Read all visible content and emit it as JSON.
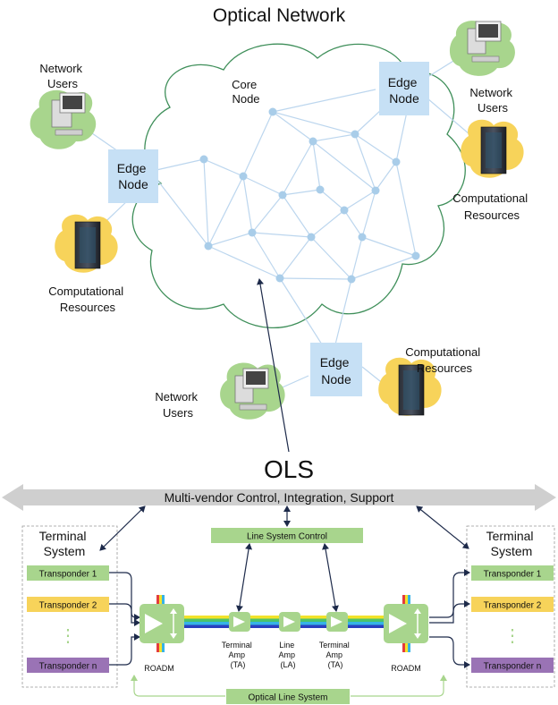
{
  "title": "Optical Network",
  "cloud": {
    "core_node_label": [
      "Core",
      "Node"
    ]
  },
  "edge_nodes": [
    {
      "label": [
        "Edge",
        "Node"
      ]
    },
    {
      "label": [
        "Edge",
        "Node"
      ]
    },
    {
      "label": [
        "Edge",
        "Node"
      ]
    }
  ],
  "network_users": [
    {
      "label": [
        "Network",
        "Users"
      ]
    },
    {
      "label": [
        "Network",
        "Users"
      ]
    },
    {
      "label": [
        "Network",
        "Users"
      ]
    }
  ],
  "computational_resources": [
    {
      "label": [
        "Computational",
        "Resources"
      ]
    },
    {
      "label": [
        "Computational",
        "Resources"
      ]
    },
    {
      "label": [
        "Computational",
        "Resources"
      ]
    }
  ],
  "ols_label": "OLS",
  "control_bar_label": "Multi-vendor Control, Integration, Support",
  "line_system_control": "Line System Control",
  "terminal_left": [
    "Terminal",
    "System"
  ],
  "terminal_right": [
    "Terminal",
    "System"
  ],
  "transponders": [
    "Transponder 1",
    "Transponder 2",
    "Transponder n"
  ],
  "ellipsis": "⋮",
  "roadm_label": "ROADM",
  "amps": [
    {
      "label": [
        "Terminal",
        "Amp",
        "(TA)"
      ]
    },
    {
      "label": [
        "Line",
        "Amp",
        "(LA)"
      ]
    },
    {
      "label": [
        "Terminal",
        "Amp",
        "(TA)"
      ]
    }
  ],
  "optical_line_system": "Optical Line System",
  "colors": {
    "cloud_stroke": "#3f8f5a",
    "mesh": "#bcd6ee",
    "node": "#a9cde9",
    "edge_box": "#c6e0f5",
    "green_box": "#a8d58d",
    "yellow_box": "#f7d35a",
    "purple_box": "#9a73b5",
    "gray_arrow": "#cfcfcf"
  }
}
